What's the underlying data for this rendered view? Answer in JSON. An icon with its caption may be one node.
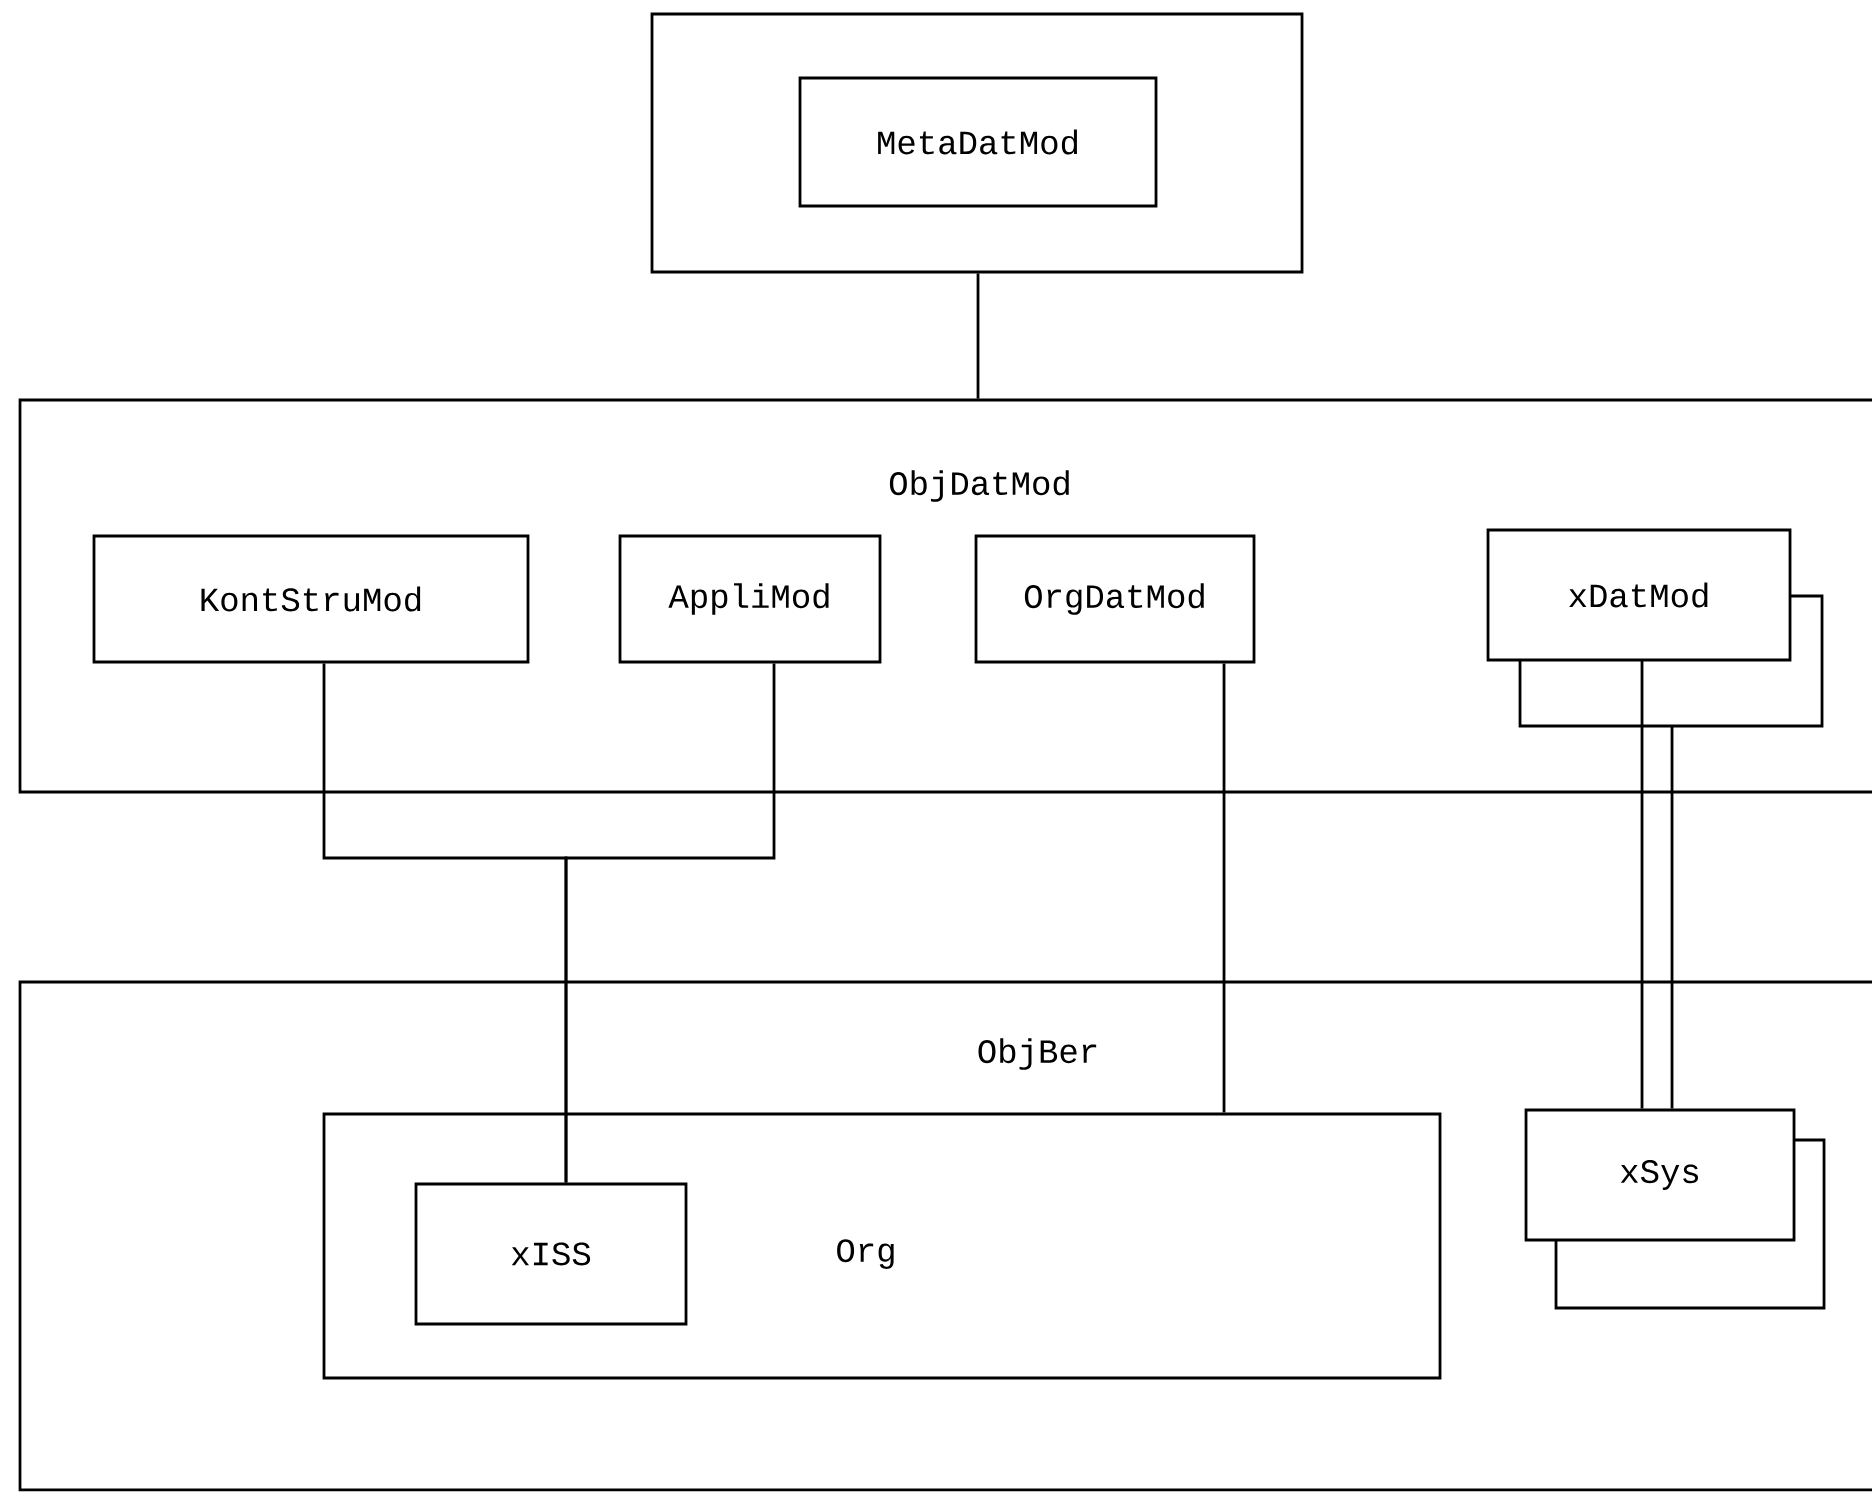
{
  "diagram": {
    "nodes": [
      {
        "text": [],
        "shape": "box"
      },
      {
        "text": [
          "MetaDatMod"
        ],
        "in": 0
      },
      {
        "text": [
          "ObjDatMod"
        ]
      },
      {
        "text": [
          "KontStruMod"
        ],
        "in": 2
      },
      {
        "text": [
          "AppliMod"
        ],
        "in": 2
      },
      {
        "text": [
          "OrgDatMod"
        ],
        "in": 2
      },
      {
        "text": [
          "xDatMod"
        ],
        "in": 2
      },
      {
        "text": [
          "ObjBer"
        ]
      },
      {
        "text": [
          "Org"
        ],
        "in": 7
      },
      {
        "text": [
          "xISS"
        ],
        "in": 8
      },
      {
        "text": [
          "xSys"
        ],
        "in": 7
      }
    ],
    "edges": [
      {
        "from": 0,
        "to": 2,
        "arrow": "none"
      },
      {
        "from": 3,
        "to": 9,
        "arrow": "none"
      },
      {
        "from": 4,
        "to": 9,
        "arrow": "none"
      },
      {
        "from": 5,
        "to": 8,
        "arrow": "none"
      },
      {
        "from": 6,
        "to": 10,
        "arrow": "none"
      },
      {
        "from": 6,
        "to": 10,
        "arrow": "none"
      }
    ]
  }
}
